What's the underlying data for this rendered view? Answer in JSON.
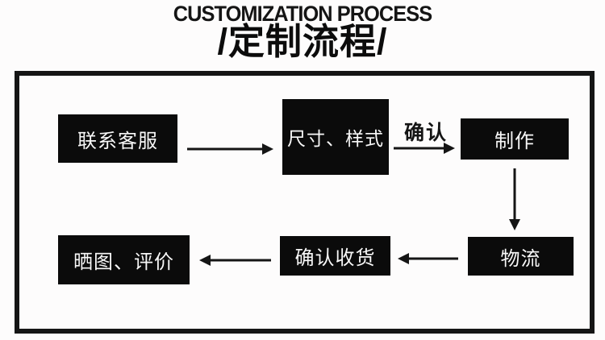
{
  "header": {
    "title_en": "CUSTOMIZATION PROCESS",
    "title_cn": "/定制流程/"
  },
  "flow": {
    "nodes": [
      {
        "id": "contact-service",
        "label": "联系客服"
      },
      {
        "id": "size-style",
        "label": "尺寸、样式"
      },
      {
        "id": "production",
        "label": "制作"
      },
      {
        "id": "logistics",
        "label": "物流"
      },
      {
        "id": "confirm-receipt",
        "label": "确认收货"
      },
      {
        "id": "photo-review",
        "label": "晒图、评价"
      }
    ],
    "arrow_label": "确认",
    "edges": [
      "contact-service -> size-style",
      "size-style -> production (确认)",
      "production -> logistics",
      "logistics -> confirm-receipt",
      "confirm-receipt -> photo-review"
    ]
  },
  "colors": {
    "background": "#fdfcfc",
    "node_background": "#0b0b0b",
    "node_text": "#f8f8f8",
    "line": "#151515"
  }
}
